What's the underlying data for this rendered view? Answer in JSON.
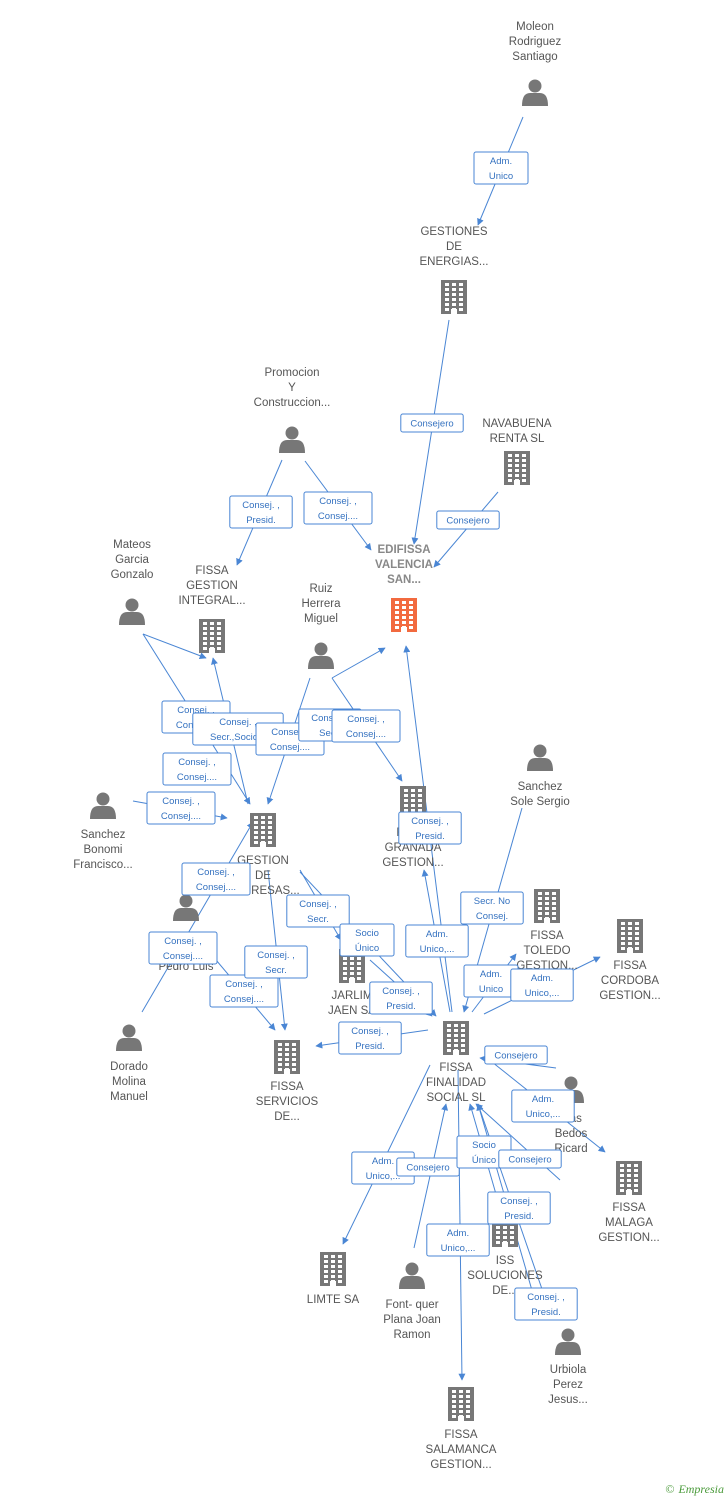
{
  "colors": {
    "edge": "#4a86d4",
    "edge_text": "#3572c0",
    "node_icon": "#777777",
    "main_icon": "#f26a3f",
    "label": "#555555"
  },
  "footer": {
    "copyright": "©",
    "brand": "Empresia"
  },
  "nodes": [
    {
      "id": "moleon",
      "type": "person",
      "label": [
        "Moleon",
        "Rodriguez",
        "Santiago"
      ]
    },
    {
      "id": "gestiones",
      "type": "company",
      "label": [
        "GESTIONES",
        "DE",
        "ENERGIAS..."
      ]
    },
    {
      "id": "promocion",
      "type": "person",
      "label": [
        "Promocion",
        "Y",
        "Construccion..."
      ]
    },
    {
      "id": "navabuena",
      "type": "company",
      "label": [
        "NAVABUENA",
        "RENTA SL"
      ]
    },
    {
      "id": "edifissa",
      "type": "main",
      "label": [
        "EDIFISSA",
        "VALENCIA",
        "SAN..."
      ]
    },
    {
      "id": "mateos",
      "type": "person",
      "label": [
        "Mateos",
        "Garcia",
        "Gonzalo"
      ]
    },
    {
      "id": "fissa_integral",
      "type": "company",
      "label": [
        "FISSA",
        "GESTION",
        "INTEGRAL..."
      ]
    },
    {
      "id": "ruiz",
      "type": "person",
      "label": [
        "Ruiz",
        "Herrera",
        "Miguel"
      ]
    },
    {
      "id": "sanchez_sole",
      "type": "person",
      "label": [
        "Sanchez",
        "Sole Sergio"
      ]
    },
    {
      "id": "sanchez_bonomi",
      "type": "person",
      "label": [
        "Sanchez",
        "Bonomi",
        "Francisco..."
      ]
    },
    {
      "id": "gestion_empresas",
      "type": "company",
      "label": [
        "GESTION",
        "DE",
        "EMPRESAS..."
      ]
    },
    {
      "id": "fissa_granada",
      "type": "company",
      "label": [
        "FISSA",
        "GRANADA",
        "GESTION..."
      ]
    },
    {
      "id": "pedro",
      "type": "person",
      "label": [
        "Pedro Luis"
      ]
    },
    {
      "id": "fissa_toledo",
      "type": "company",
      "label": [
        "FISSA",
        "TOLEDO",
        "GESTION..."
      ]
    },
    {
      "id": "fissa_cordoba",
      "type": "company",
      "label": [
        "FISSA",
        "CORDOBA",
        "GESTION..."
      ]
    },
    {
      "id": "jarlim",
      "type": "company",
      "label": [
        "JARLIM",
        "JAEN SA"
      ]
    },
    {
      "id": "dorado",
      "type": "person",
      "label": [
        "Dorado",
        "Molina",
        "Manuel"
      ]
    },
    {
      "id": "fissa_servicios",
      "type": "company",
      "label": [
        "FISSA",
        "SERVICIOS",
        "DE..."
      ]
    },
    {
      "id": "fissa_finalidad",
      "type": "company",
      "label": [
        "FISSA",
        "FINALIDAD",
        "SOCIAL SL"
      ]
    },
    {
      "id": "bedos",
      "type": "person",
      "label": [
        "...as",
        "Bedos",
        "Ricard"
      ]
    },
    {
      "id": "fissa_malaga",
      "type": "company",
      "label": [
        "FISSA",
        "MALAGA",
        "GESTION..."
      ]
    },
    {
      "id": "limte",
      "type": "company",
      "label": [
        "LIMTE SA"
      ]
    },
    {
      "id": "font",
      "type": "person",
      "label": [
        "Font- quer",
        "Plana Joan",
        "Ramon"
      ]
    },
    {
      "id": "iss",
      "type": "company",
      "label": [
        "ISS",
        "SOLUCIONES",
        "DE..."
      ]
    },
    {
      "id": "urbiola",
      "type": "person",
      "label": [
        "Urbiola",
        "Perez",
        "Jesus..."
      ]
    },
    {
      "id": "fissa_salamanca",
      "type": "company",
      "label": [
        "FISSA",
        "SALAMANCA",
        "GESTION..."
      ]
    }
  ],
  "edges": [
    {
      "from": "moleon",
      "to": "gestiones",
      "label": [
        "Adm.",
        "Unico"
      ]
    },
    {
      "from": "gestiones",
      "to": "edifissa",
      "label": [
        "Consejero"
      ]
    },
    {
      "from": "navabuena",
      "to": "edifissa",
      "label": [
        "Consejero"
      ]
    },
    {
      "from": "promocion",
      "to": "fissa_integral",
      "label": [
        "Consej. ,",
        "Presid."
      ]
    },
    {
      "from": "promocion",
      "to": "edifissa",
      "label": [
        "Consej. ,",
        "Consej...."
      ]
    },
    {
      "from": "mateos",
      "to": "gestion_empresas",
      "label": [
        "Consej. ,",
        "Consej...."
      ]
    },
    {
      "from": "gestion_empresas",
      "to": "fissa_integral",
      "label": [
        "Consej. ,",
        "Secr.,Socio..."
      ]
    },
    {
      "from": "ruiz",
      "to": "gestion_empresas",
      "label": [
        "Consej. ,",
        "Consej...."
      ]
    },
    {
      "from": "ruiz",
      "to": "edifissa",
      "label": [
        "Consej. ,",
        "Secr."
      ]
    },
    {
      "from": "ruiz",
      "to": "fissa_granada",
      "label": [
        "Consej. ,",
        "Consej...."
      ]
    },
    {
      "from": "mateos",
      "to": "fissa_integral",
      "label": [
        "Consej. ,",
        "Consej...."
      ]
    },
    {
      "from": "sanchez_bonomi",
      "to": "gestion_empresas",
      "label": [
        "Consej. ,",
        "Consej...."
      ]
    },
    {
      "from": "pedro",
      "to": "fissa_integral",
      "label": [
        "Consej. ,",
        "Consej...."
      ]
    },
    {
      "from": "dorado",
      "to": "gestion_empresas",
      "label": [
        "Consej. ,",
        "Consej...."
      ]
    },
    {
      "from": "pedro",
      "to": "fissa_servicios",
      "label": [
        "Consej. ,",
        "Consej...."
      ]
    },
    {
      "from": "gestion_empresas",
      "to": "fissa_servicios",
      "label": [
        "Consej. ,",
        "Secr."
      ]
    },
    {
      "from": "gestion_empresas",
      "to": "jarlim",
      "label": [
        "Consej. ,",
        "Secr."
      ]
    },
    {
      "from": "gestion_empresas",
      "to": "fissa_finalidad",
      "label": [
        "Socio",
        "Único"
      ]
    },
    {
      "from": "jarlim",
      "to": "fissa_finalidad",
      "label": [
        "Consej. ,",
        "Presid."
      ]
    },
    {
      "from": "fissa_finalidad",
      "to": "fissa_granada",
      "label": [
        "Adm.",
        "Unico,..."
      ]
    },
    {
      "from": "fissa_finalidad",
      "to": "edifissa",
      "label": [
        "Consej. ,",
        "Presid."
      ]
    },
    {
      "from": "sanchez_sole",
      "to": "fissa_finalidad",
      "label": [
        "Secr.  No",
        "Consej."
      ]
    },
    {
      "from": "fissa_finalidad",
      "to": "fissa_toledo",
      "label": [
        "Adm.",
        "Unico"
      ]
    },
    {
      "from": "fissa_finalidad",
      "to": "fissa_cordoba",
      "label": [
        "Adm.",
        "Unico,..."
      ]
    },
    {
      "from": "fissa_finalidad",
      "to": "fissa_servicios",
      "label": [
        "Consej. ,",
        "Presid."
      ]
    },
    {
      "from": "bedos",
      "to": "fissa_finalidad",
      "label": [
        "Consejero"
      ]
    },
    {
      "from": "fissa_finalidad",
      "to": "fissa_malaga",
      "label": [
        "Adm.",
        "Unico,..."
      ]
    },
    {
      "from": "fissa_finalidad",
      "to": "limte",
      "label": [
        "Adm.",
        "Unico,..."
      ]
    },
    {
      "from": "font",
      "to": "fissa_finalidad",
      "label": [
        "Consejero"
      ]
    },
    {
      "from": "iss",
      "to": "fissa_finalidad",
      "label": [
        "Socio",
        "Único"
      ]
    },
    {
      "from": "bedos",
      "to": "fissa_finalidad",
      "label": [
        "Consejero"
      ]
    },
    {
      "from": "urbiola",
      "to": "fissa_finalidad",
      "label": [
        "Consej. ,",
        "Presid."
      ]
    },
    {
      "from": "fissa_finalidad",
      "to": "fissa_salamanca",
      "label": [
        "Adm.",
        "Unico,..."
      ]
    },
    {
      "from": "urbiola",
      "to": "fissa_finalidad",
      "label": [
        "Consej. ,",
        "Presid."
      ]
    }
  ]
}
